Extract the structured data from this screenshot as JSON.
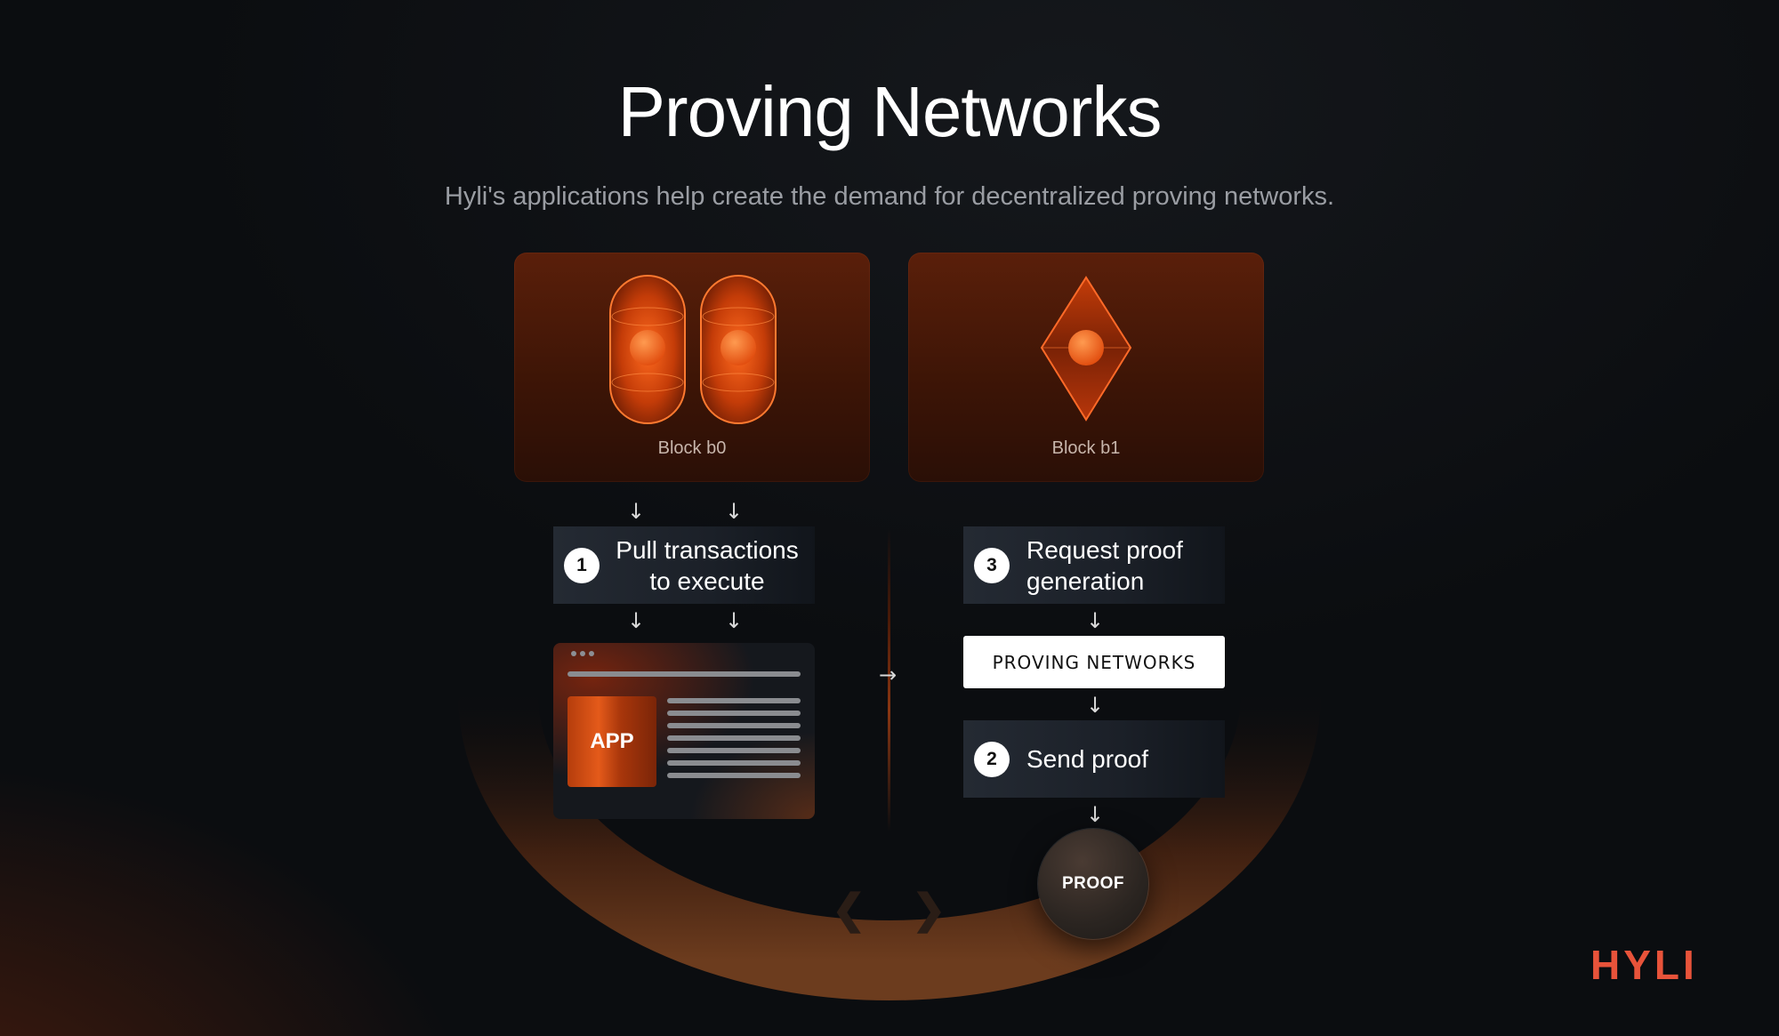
{
  "title": "Proving Networks",
  "subtitle": "Hyli's applications help create the demand for decentralized proving networks.",
  "blocks": [
    {
      "caption": "Block b0"
    },
    {
      "caption": "Block b1"
    }
  ],
  "steps": [
    {
      "number": "1",
      "label_line1": "Pull transactions",
      "label_line2": "to execute"
    },
    {
      "number": "3",
      "label_line1": "Request proof",
      "label_line2": "generation"
    },
    {
      "number": "2",
      "label": "Send proof"
    }
  ],
  "proving_networks_label": "PROVING NETWORKS",
  "app_label": "APP",
  "proof_label": "PROOF",
  "arrow_down": "↓",
  "arrow_right": "→",
  "chevron_left": "❮",
  "chevron_right": "❯",
  "logo": "HYLI",
  "colors": {
    "accent": "#e8533a",
    "orange": "#ff5a1a",
    "panel": "#4a1a08"
  }
}
